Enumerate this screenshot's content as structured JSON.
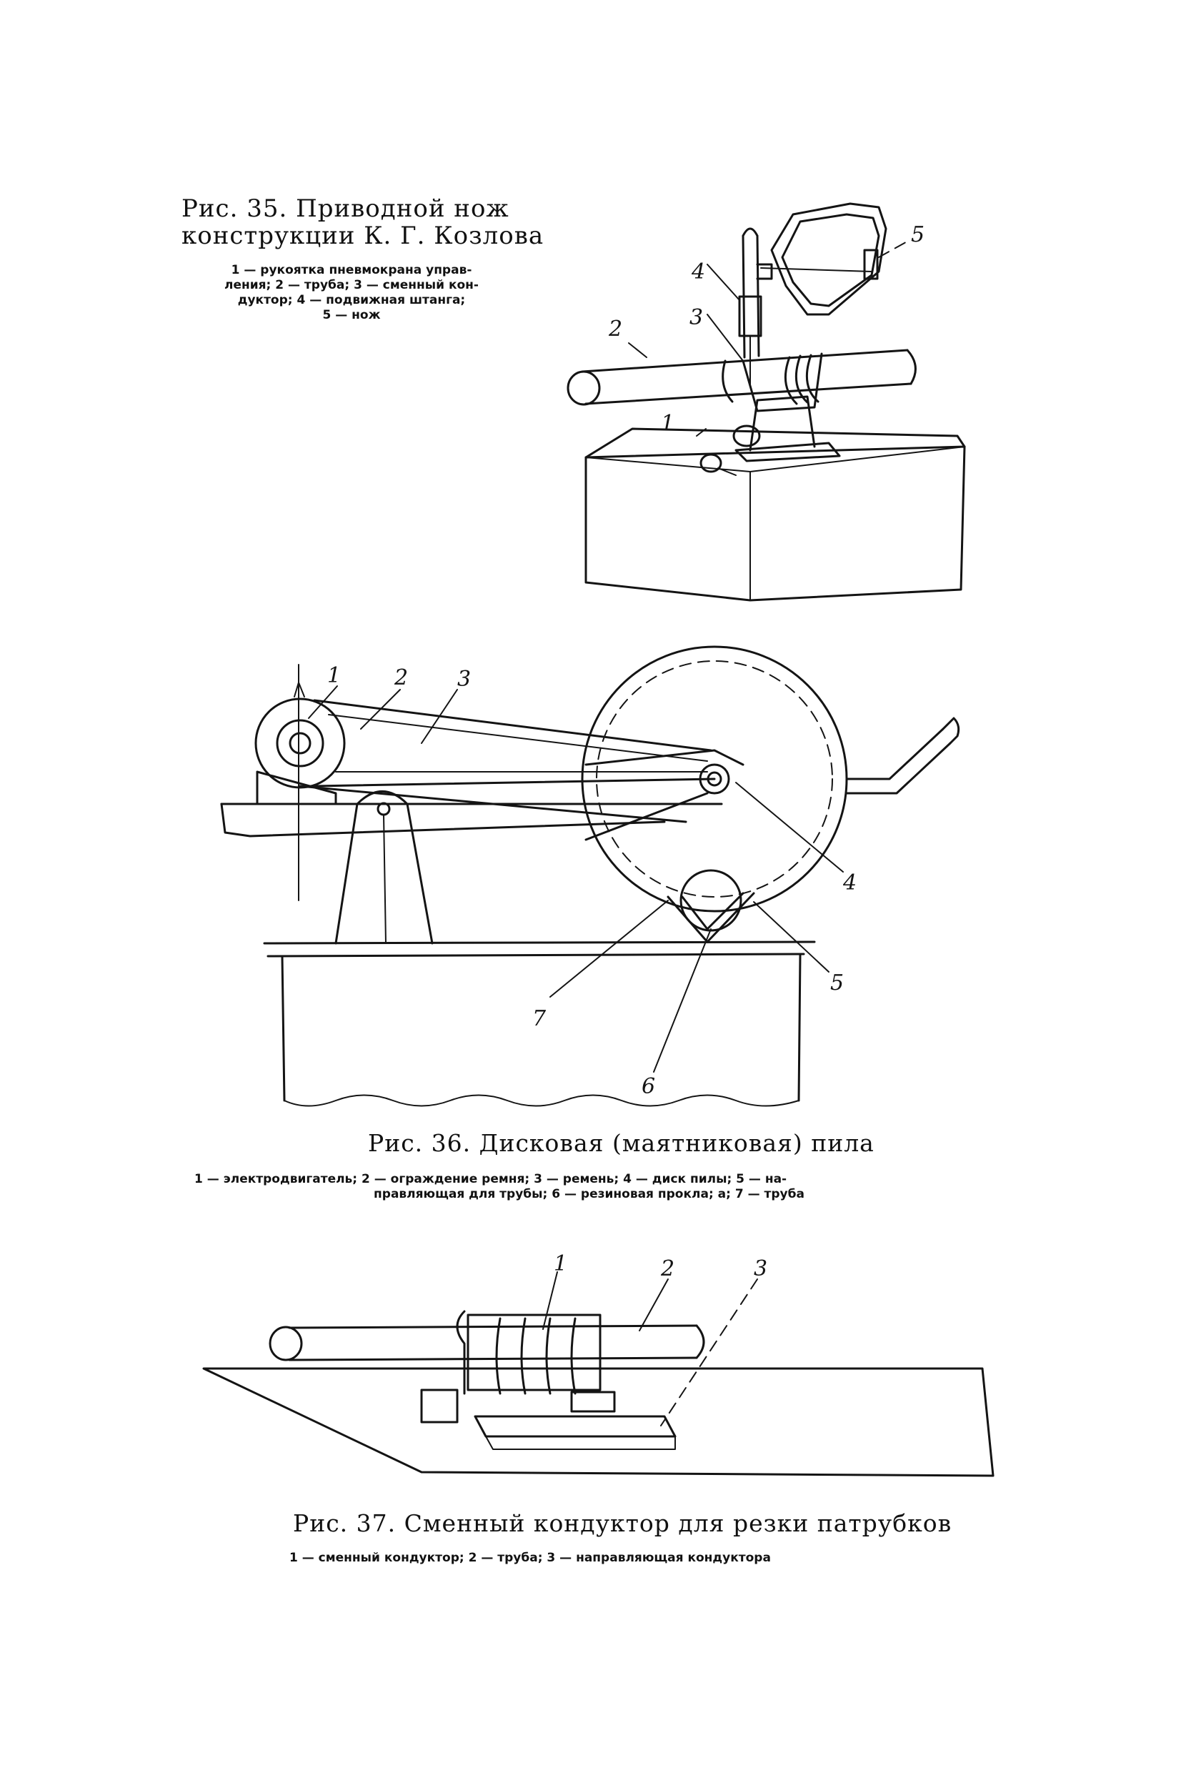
{
  "figures": [
    {
      "title_line1": "Рис.  35. Приводной нож",
      "title_line2": "конструкции  К. Г. Козлова",
      "legend_lines": [
        "1 — рукоятка пневмокрана управ-",
        "ления; 2 — труба; 3 — сменный кон-",
        "дуктор; 4 — подвижная штанга;",
        "5 — нож"
      ],
      "callouts": [
        "1",
        "2",
        "3",
        "4",
        "5"
      ]
    },
    {
      "title": "Рис. 36. Дисковая (маятниковая) пила",
      "legend_lines": [
        "1 — электродвигатель; 2 — ограждение ремня; 3 — ремень; 4 — диск пилы; 5 — на-",
        "правляющая для трубы; 6 — резиновая прокла; а; 7 — труба"
      ],
      "callouts": [
        "1",
        "2",
        "3",
        "4",
        "5",
        "6",
        "7"
      ]
    },
    {
      "title": "Рис. 37. Сменный кондуктор для резки патрубков",
      "legend_lines": [
        "1 — сменный кондуктор; 2 — труба; 3 — направляющая кондуктора"
      ],
      "callouts": [
        "1",
        "2",
        "3"
      ]
    }
  ]
}
